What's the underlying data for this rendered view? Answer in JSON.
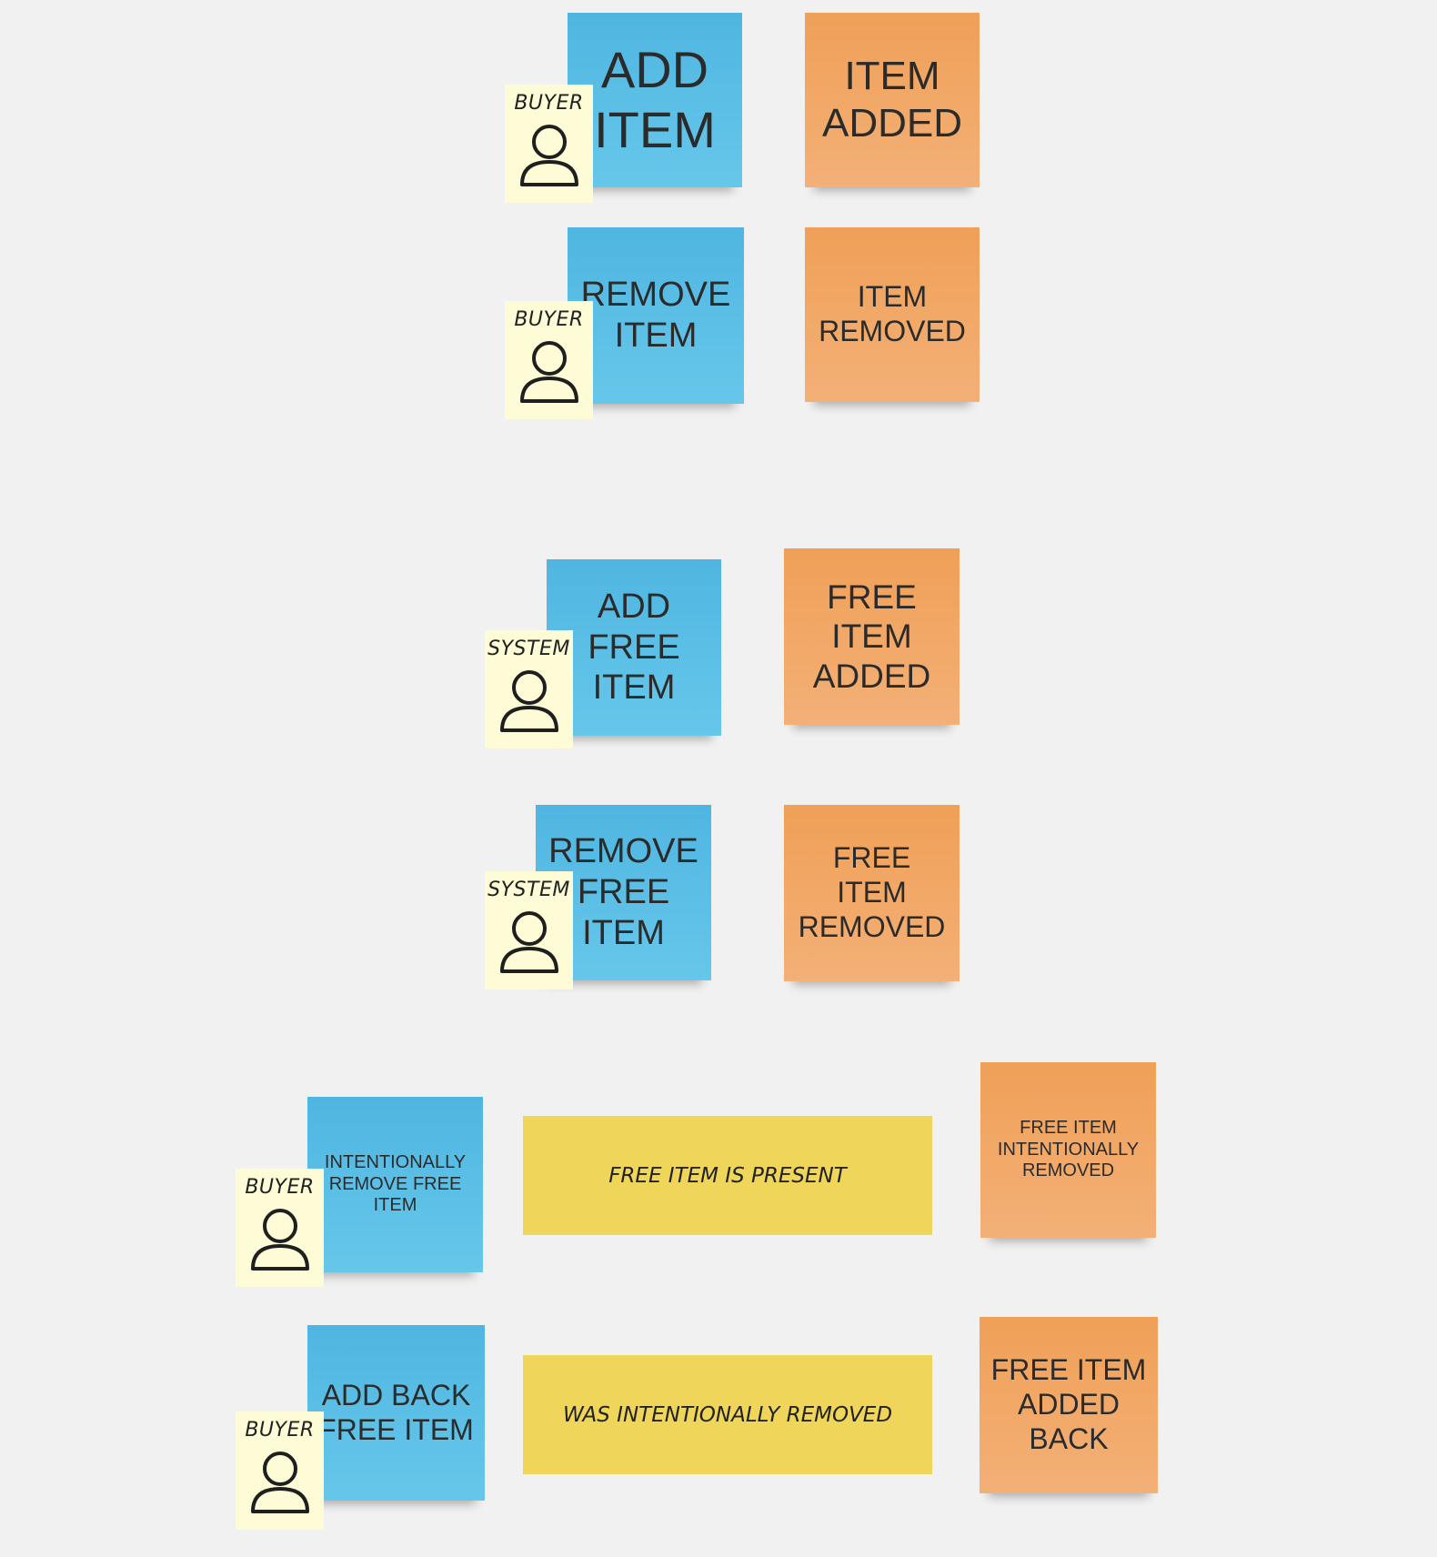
{
  "commands": {
    "add_item": "ADD\nITEM",
    "remove_item": "REMOVE\nITEM",
    "add_free_item": "ADD\nFREE\nITEM",
    "remove_free_item": "REMOVE\nFREE\nITEM",
    "intentionally_remove_free_item": "INTENTIONALLY\nREMOVE FREE\nITEM",
    "add_back_free_item": "ADD BACK\nFREE ITEM"
  },
  "events": {
    "item_added": "ITEM\nADDED",
    "item_removed": "ITEM\nREMOVED",
    "free_item_added": "FREE\nITEM\nADDED",
    "free_item_removed": "FREE ITEM\nREMOVED",
    "free_item_intentionally_removed": "FREE ITEM\nINTENTIONALLY\nREMOVED",
    "free_item_added_back": "FREE ITEM\nADDED\nBACK"
  },
  "actors": {
    "buyer": "BUYER",
    "system": "SYSTEM",
    "icon": "person-icon"
  },
  "conditions": {
    "free_item_present": "FREE ITEM IS PRESENT",
    "was_intentionally_removed": "WAS INTENTIONALLY REMOVED"
  },
  "colors": {
    "command": "#55BAE3",
    "event": "#F2A862",
    "actor": "#FDFCD6",
    "condition": "#EFD55A",
    "background": "#F1F1F1"
  }
}
